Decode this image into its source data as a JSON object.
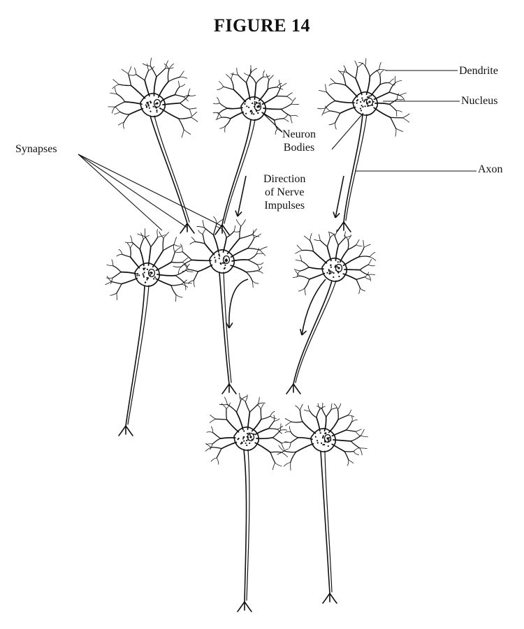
{
  "figure": {
    "title": "FIGURE 14"
  },
  "labels": {
    "dendrite": "Dendrite",
    "nucleus": "Nucleus",
    "axon": "Axon",
    "synapses": "Synapses",
    "neuron_bodies_line1": "Neuron",
    "neuron_bodies_line2": "Bodies",
    "direction_line1": "Direction",
    "direction_line2": "of Nerve",
    "direction_line3": "Impulses"
  },
  "colors": {
    "ink": "#111111",
    "background": "#ffffff"
  }
}
